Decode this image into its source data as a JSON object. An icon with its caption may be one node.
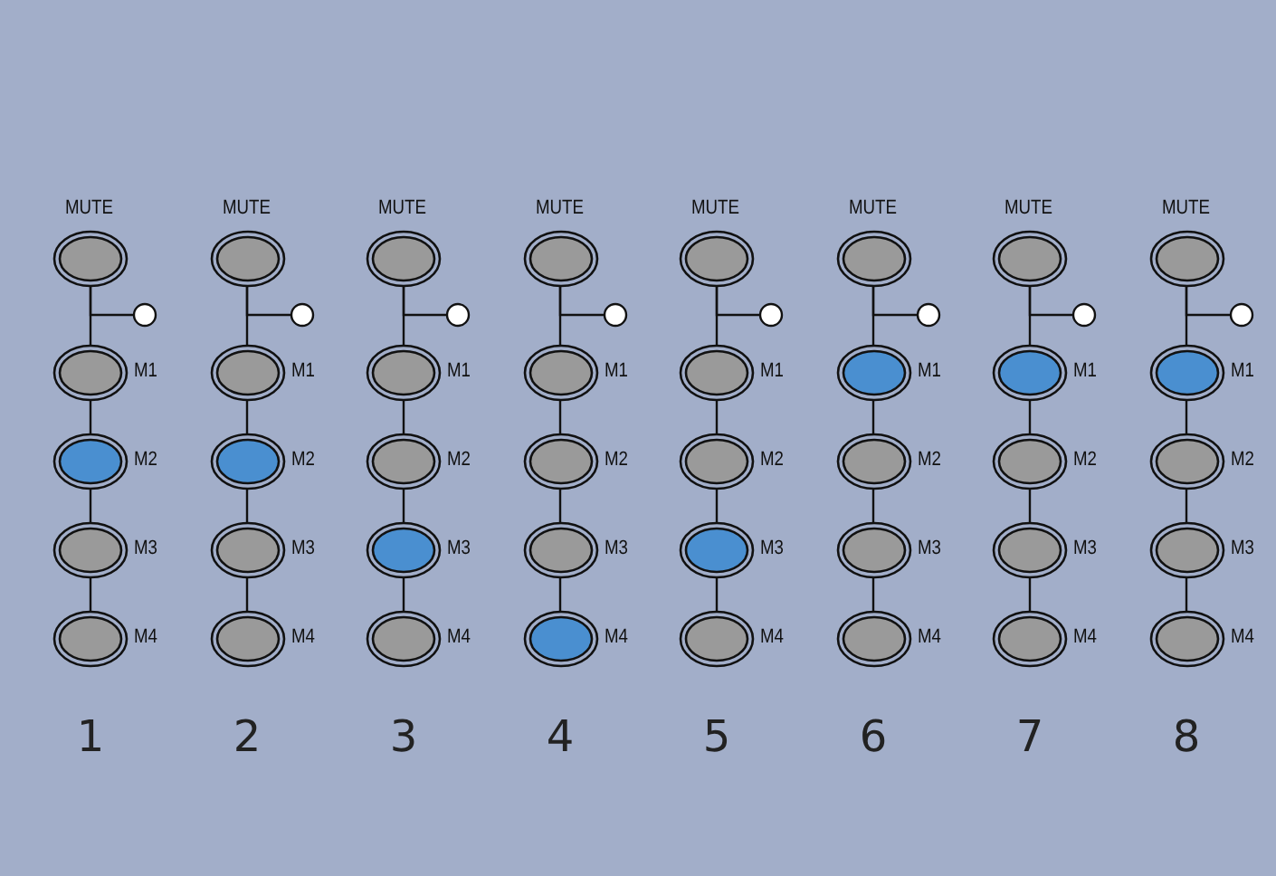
{
  "diagram": {
    "nodes": [
      {
        "text": [
          "MUTE"
        ]
      },
      {
        "text": [],
        "shape": "circle"
      },
      {
        "text": [
          "M1"
        ]
      },
      {
        "text": [
          "M2"
        ]
      },
      {
        "text": [
          "M3"
        ]
      },
      {
        "text": [
          "M4"
        ]
      },
      {
        "text": [
          "MUTE"
        ]
      },
      {
        "text": [],
        "shape": "circle"
      },
      {
        "text": [
          "M1"
        ]
      },
      {
        "text": [
          "M2"
        ]
      },
      {
        "text": [
          "M3"
        ]
      },
      {
        "text": [
          "M4"
        ]
      },
      {
        "text": [
          "MUTE"
        ]
      },
      {
        "text": [],
        "shape": "circle"
      },
      {
        "text": [
          "M1"
        ]
      },
      {
        "text": [
          "M2"
        ]
      },
      {
        "text": [
          "M3"
        ]
      },
      {
        "text": [
          "M4"
        ]
      },
      {
        "text": [
          "MUTE"
        ]
      },
      {
        "text": [],
        "shape": "circle"
      },
      {
        "text": [
          "M1"
        ]
      },
      {
        "text": [
          "M2"
        ]
      },
      {
        "text": [
          "M3"
        ]
      },
      {
        "text": [
          "M4"
        ]
      },
      {
        "text": [
          "MUTE"
        ]
      },
      {
        "text": [],
        "shape": "circle"
      },
      {
        "text": [
          "M1"
        ]
      },
      {
        "text": [
          "M2"
        ]
      },
      {
        "text": [
          "M3"
        ]
      },
      {
        "text": [
          "M4"
        ]
      },
      {
        "text": [
          "MUTE"
        ]
      },
      {
        "text": [],
        "shape": "circle"
      },
      {
        "text": [
          "M1"
        ]
      },
      {
        "text": [
          "M2"
        ]
      },
      {
        "text": [
          "M3"
        ]
      },
      {
        "text": [
          "M4"
        ]
      },
      {
        "text": [
          "MUTE"
        ]
      },
      {
        "text": [],
        "shape": "circle"
      },
      {
        "text": [
          "M1"
        ]
      },
      {
        "text": [
          "M2"
        ]
      },
      {
        "text": [
          "M3"
        ]
      },
      {
        "text": [
          "M4"
        ]
      },
      {
        "text": [
          "MUTE"
        ]
      },
      {
        "text": [],
        "shape": "circle"
      },
      {
        "text": [
          "M1"
        ]
      },
      {
        "text": [
          "M2"
        ]
      },
      {
        "text": [
          "M3"
        ]
      },
      {
        "text": [
          "M4"
        ]
      }
    ],
    "edges": [
      {
        "from": 0,
        "to": 1,
        "arrow": "none"
      },
      {
        "from": 0,
        "to": 2,
        "arrow": "none"
      },
      {
        "from": 2,
        "to": 3,
        "arrow": "none"
      },
      {
        "from": 3,
        "to": 4,
        "arrow": "none"
      },
      {
        "from": 4,
        "to": 5,
        "arrow": "none"
      },
      {
        "from": 6,
        "to": 7,
        "arrow": "none"
      },
      {
        "from": 6,
        "to": 8,
        "arrow": "none"
      },
      {
        "from": 8,
        "to": 9,
        "arrow": "none"
      },
      {
        "from": 9,
        "to": 10,
        "arrow": "none"
      },
      {
        "from": 10,
        "to": 11,
        "arrow": "none"
      },
      {
        "from": 12,
        "to": 13,
        "arrow": "none"
      },
      {
        "from": 12,
        "to": 14,
        "arrow": "none"
      },
      {
        "from": 14,
        "to": 15,
        "arrow": "none"
      },
      {
        "from": 15,
        "to": 16,
        "arrow": "none"
      },
      {
        "from": 16,
        "to": 17,
        "arrow": "none"
      },
      {
        "from": 18,
        "to": 19,
        "arrow": "none"
      },
      {
        "from": 18,
        "to": 20,
        "arrow": "none"
      },
      {
        "from": 20,
        "to": 21,
        "arrow": "none"
      },
      {
        "from": 21,
        "to": 22,
        "arrow": "none"
      },
      {
        "from": 22,
        "to": 23,
        "arrow": "none"
      },
      {
        "from": 24,
        "to": 25,
        "arrow": "none"
      },
      {
        "from": 24,
        "to": 26,
        "arrow": "none"
      },
      {
        "from": 26,
        "to": 27,
        "arrow": "none"
      },
      {
        "from": 27,
        "to": 28,
        "arrow": "none"
      },
      {
        "from": 28,
        "to": 29,
        "arrow": "none"
      },
      {
        "from": 30,
        "to": 31,
        "arrow": "none"
      },
      {
        "from": 30,
        "to": 32,
        "arrow": "none"
      },
      {
        "from": 32,
        "to": 33,
        "arrow": "none"
      },
      {
        "from": 33,
        "to": 34,
        "arrow": "none"
      },
      {
        "from": 34,
        "to": 35,
        "arrow": "none"
      },
      {
        "from": 36,
        "to": 37,
        "arrow": "none"
      },
      {
        "from": 36,
        "to": 38,
        "arrow": "none"
      },
      {
        "from": 38,
        "to": 39,
        "arrow": "none"
      },
      {
        "from": 39,
        "to": 40,
        "arrow": "none"
      },
      {
        "from": 40,
        "to": 41,
        "arrow": "none"
      },
      {
        "from": 42,
        "to": 43,
        "arrow": "none"
      },
      {
        "from": 42,
        "to": 44,
        "arrow": "none"
      },
      {
        "from": 44,
        "to": 45,
        "arrow": "none"
      },
      {
        "from": 45,
        "to": 46,
        "arrow": "none"
      },
      {
        "from": 46,
        "to": 47,
        "arrow": "none"
      }
    ],
    "labels": [
      "1",
      "2",
      "3",
      "4",
      "5",
      "6",
      "7",
      "8"
    ]
  }
}
